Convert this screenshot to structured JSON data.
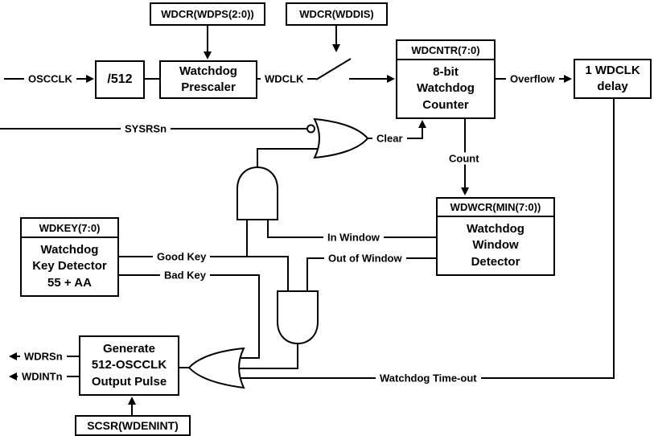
{
  "colors": {
    "line": "#000000",
    "background": "#ffffff"
  },
  "registers": {
    "wdps": {
      "label": "WDCR(WDPS(2:0))"
    },
    "wddis": {
      "label": "WDCR(WDDIS)"
    },
    "scsr": {
      "label": "SCSR(WDENINT)"
    }
  },
  "blocks": {
    "divider": {
      "label": "/512"
    },
    "prescaler": {
      "lines": [
        "Watchdog",
        "Prescaler"
      ]
    },
    "counter": {
      "register": "WDCNTR(7:0)",
      "lines": [
        "8-bit",
        "Watchdog",
        "Counter"
      ]
    },
    "delay": {
      "lines": [
        "1 WDCLK",
        "delay"
      ]
    },
    "key_detector": {
      "register": "WDKEY(7:0)",
      "lines": [
        "Watchdog",
        "Key Detector",
        "55 + AA"
      ]
    },
    "window_detector": {
      "register": "WDWCR(MIN(7:0))",
      "lines": [
        "Watchdog",
        "Window",
        "Detector"
      ]
    },
    "pulse_generator": {
      "lines": [
        "Generate",
        "512-OSCCLK",
        "Output Pulse"
      ]
    }
  },
  "signals": {
    "oscclk": "OSCCLK",
    "wdclk": "WDCLK",
    "sysrsn": "SYSRSn",
    "clear": "Clear",
    "count": "Count",
    "overflow": "Overflow",
    "good_key": "Good Key",
    "bad_key": "Bad Key",
    "in_window": "In Window",
    "out_of_window": "Out of Window",
    "watchdog_timeout": "Watchdog Time-out",
    "wdrsn": "WDRSn",
    "wdintn": "WDINTn"
  }
}
